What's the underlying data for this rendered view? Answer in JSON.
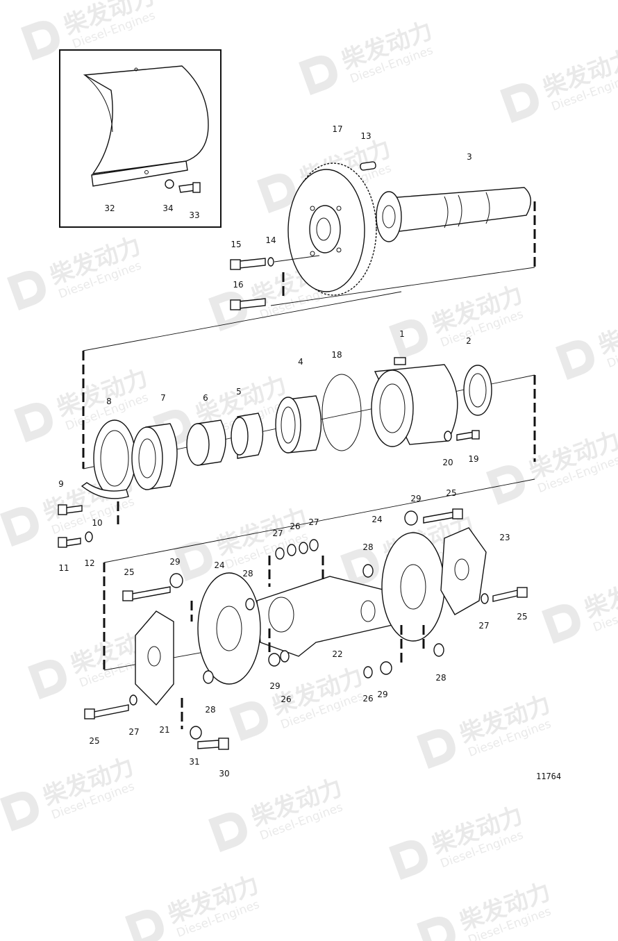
{
  "diagram": {
    "reference_number": "11764",
    "watermark": {
      "chinese": "柴发动力",
      "english": "Diesel-Engines"
    },
    "callouts": [
      "1",
      "2",
      "3",
      "4",
      "5",
      "6",
      "7",
      "8",
      "9",
      "10",
      "11",
      "12",
      "13",
      "14",
      "15",
      "16",
      "17",
      "18",
      "19",
      "20",
      "21",
      "22",
      "23",
      "24",
      "24",
      "25",
      "25",
      "25",
      "25",
      "26",
      "26",
      "26",
      "27",
      "27",
      "27",
      "27",
      "28",
      "28",
      "28",
      "28",
      "29",
      "29",
      "29",
      "29",
      "30",
      "31",
      "32",
      "33",
      "34"
    ]
  }
}
